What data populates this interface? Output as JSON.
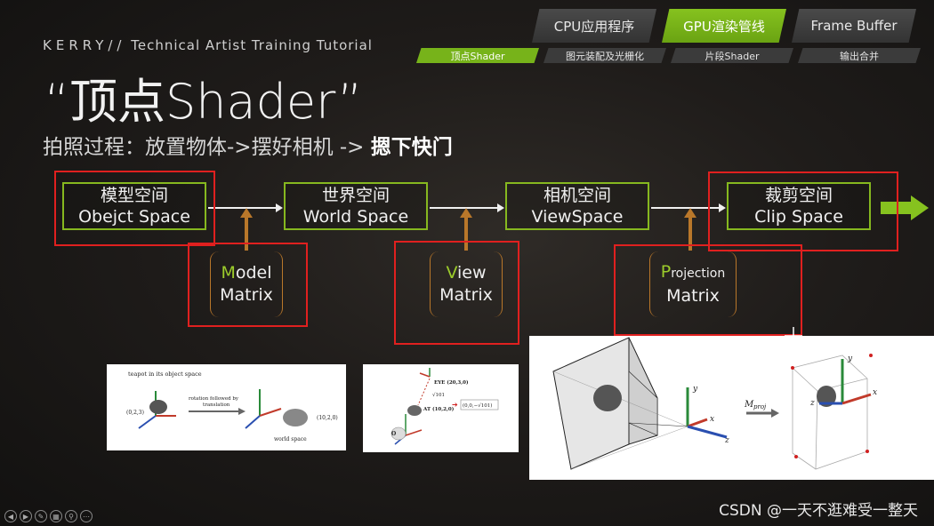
{
  "header": {
    "brand_kerry": "KERRY//",
    "brand_rest": "Technical Artist Training Tutorial",
    "title": "“顶点Shader”",
    "subtitle_normal": "拍照过程：放置物体->摆好相机 ->",
    "subtitle_bold": "摁下快门"
  },
  "tabs": [
    {
      "label": "CPU应用程序",
      "active": false
    },
    {
      "label": "GPU渲染管线",
      "active": true
    },
    {
      "label": "Frame Buffer",
      "active": false
    }
  ],
  "subtabs": [
    {
      "label": "顶点Shader",
      "active": true
    },
    {
      "label": "图元装配及光栅化",
      "active": false
    },
    {
      "label": "片段Shader",
      "active": false
    },
    {
      "label": "输出合并",
      "active": false
    }
  ],
  "spaces": [
    {
      "cn": "模型空间",
      "en": "Obejct Space"
    },
    {
      "cn": "世界空间",
      "en": "World Space"
    },
    {
      "cn": "相机空间",
      "en": "ViewSpace"
    },
    {
      "cn": "裁剪空间",
      "en": "Clip Space"
    }
  ],
  "matrices": [
    {
      "initial": "M",
      "rest": "odel",
      "word": "Matrix"
    },
    {
      "initial": "V",
      "rest": "iew",
      "word": "Matrix"
    },
    {
      "initial": "P",
      "rest": "rojection",
      "word": "Matrix"
    }
  ],
  "fig1": {
    "caption": "teapot in its object space",
    "arrow_label_1": "rotation followed by",
    "arrow_label_2": "translation",
    "pt_a": "(0,2,3)",
    "pt_b": "(10,2,0)",
    "world": "world space"
  },
  "fig2": {
    "eye": "EYE (20,3,0)",
    "at": "AT (10,2,0)",
    "dist": "√101",
    "vec": "(0,0,−√101)",
    "origin": "O"
  },
  "fig3": {
    "mproj": "M",
    "mproj_sub": "proj"
  },
  "watermark": "CSDN @一天不逛难受一整天",
  "colors": {
    "accent": "#77b31a",
    "highlight": "#e0201f",
    "arrow": "#b9772a"
  }
}
